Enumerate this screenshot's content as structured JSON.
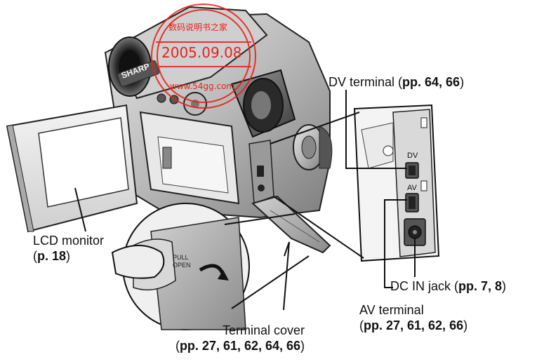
{
  "labels": {
    "dv_terminal": {
      "text": "DV terminal (",
      "pages": "pp. 64, 66",
      "close": ")"
    },
    "lcd_monitor": {
      "text": "LCD monitor",
      "open": "(",
      "pages": "p. 18",
      "close": ")"
    },
    "dc_in_jack": {
      "text": "DC IN jack  (",
      "pages": "pp. 7, 8",
      "close": ")"
    },
    "av_terminal": {
      "text": "AV terminal",
      "open": "(",
      "pages": "pp. 27, 61, 62, 66",
      "close": ")"
    },
    "terminal_cover": {
      "text": "Terminal cover",
      "open": "(",
      "pages": "pp. 27, 61, 62, 64, 66",
      "close": ")"
    }
  },
  "device": {
    "brand": "SHARP",
    "pull_open": [
      "PULL",
      "OPEN"
    ],
    "port_dv": "DV",
    "port_av": "AV"
  },
  "watermark": {
    "top": "数码说明书之家",
    "date": "2005.09.08",
    "url": "www.54gg.com",
    "color": "#e8221a"
  }
}
